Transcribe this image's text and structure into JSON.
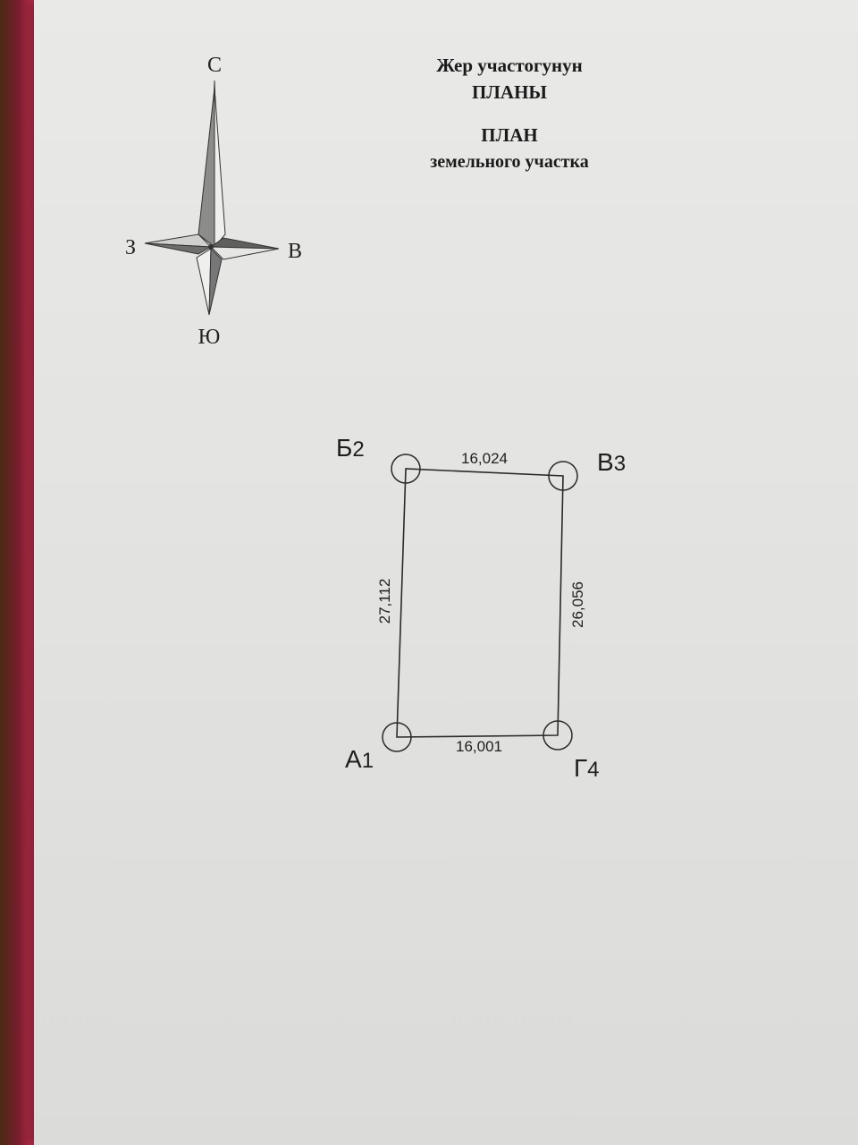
{
  "title": {
    "line1": "Жер участогунун",
    "line2": "ПЛАНЫ",
    "line3": "ПЛАН",
    "line4": "земельного участка"
  },
  "compass": {
    "north": "С",
    "east": "В",
    "south": "Ю",
    "west": "З"
  },
  "points": {
    "a": {
      "letter": "А",
      "index": "1"
    },
    "b": {
      "letter": "Б",
      "index": "2"
    },
    "v": {
      "letter": "В",
      "index": "3"
    },
    "g": {
      "letter": "Г",
      "index": "4"
    }
  },
  "dimensions": {
    "top": "16,024",
    "bottom": "16,001",
    "left": "27,112",
    "right": "26,056"
  }
}
